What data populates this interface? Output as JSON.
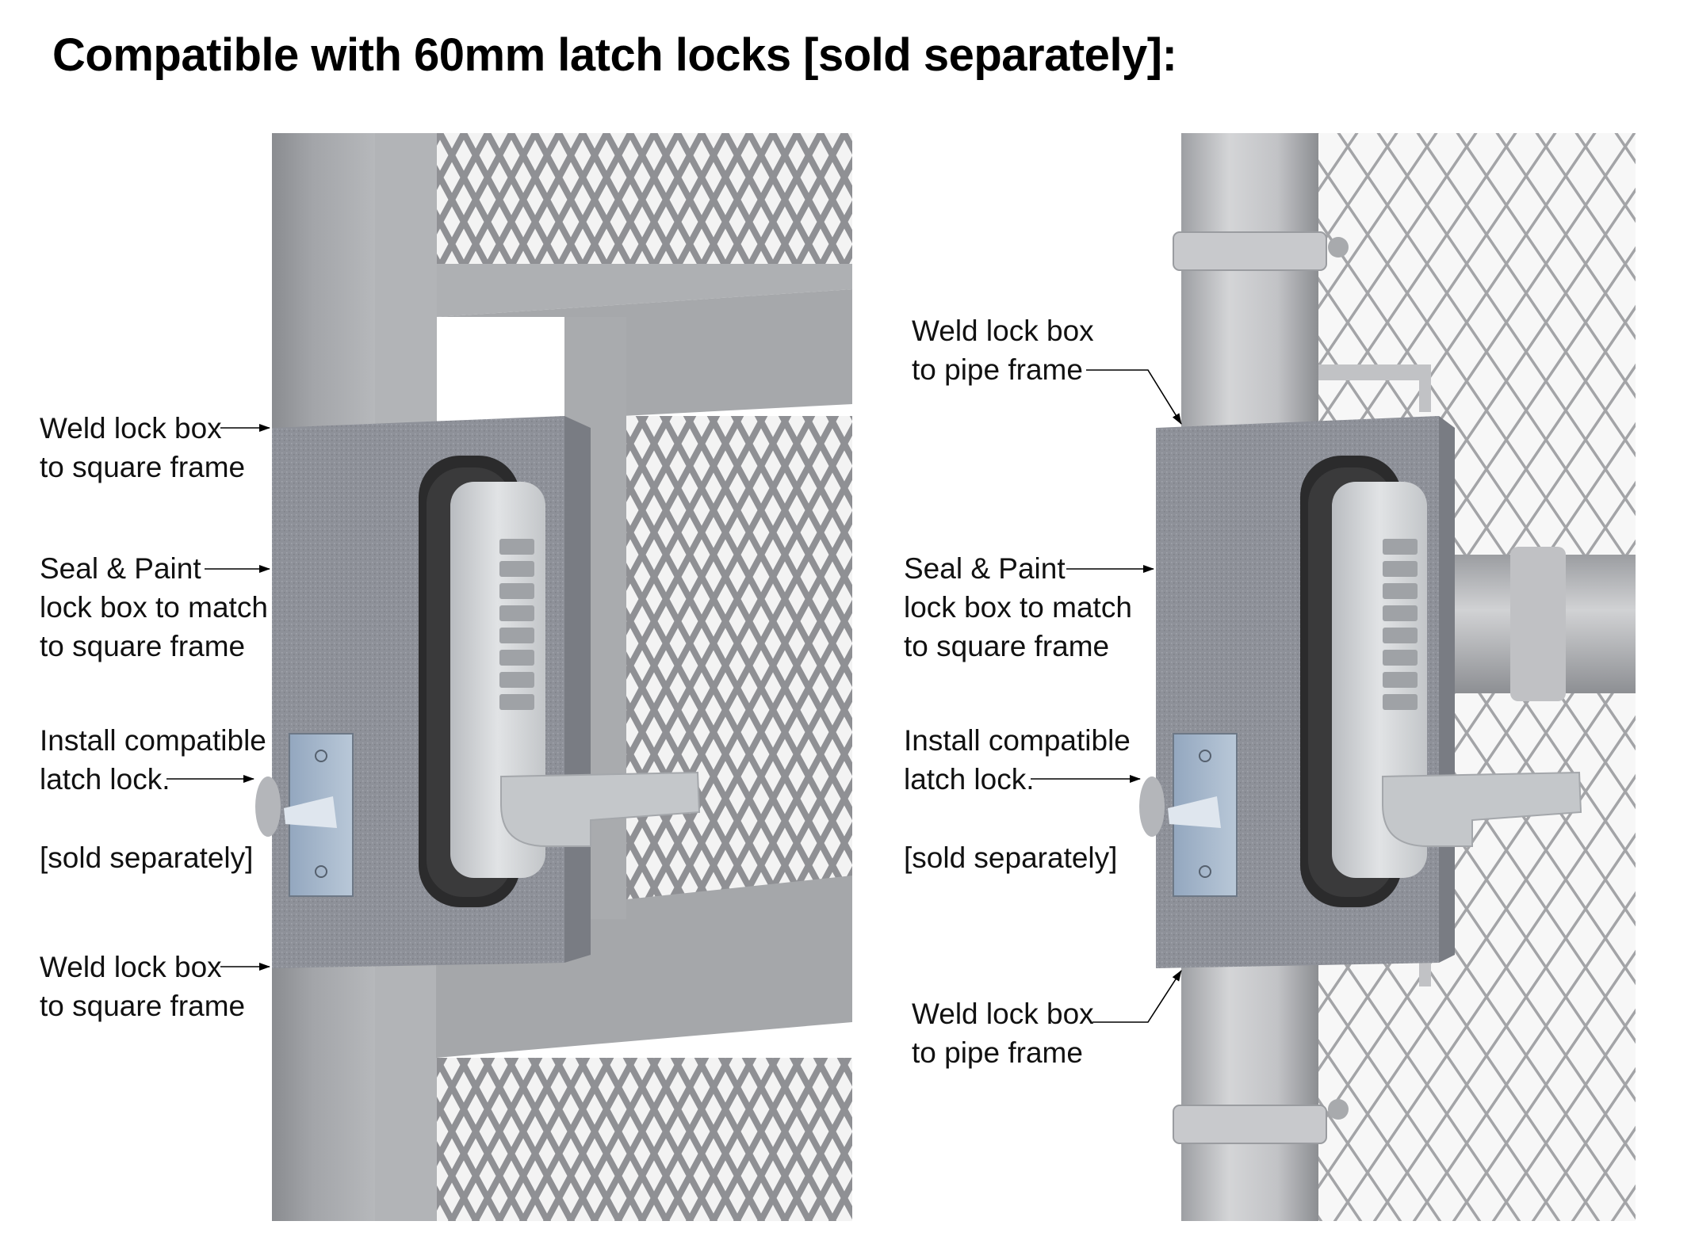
{
  "title": "Compatible with 60mm latch locks [sold separately]:",
  "left_panel": {
    "frame_type": "square frame gate with expanded metal mesh",
    "labels": {
      "weld_top": [
        "Weld lock box",
        "to square frame"
      ],
      "seal_paint": [
        "Seal & Paint",
        "lock box to match",
        "to square frame"
      ],
      "install": [
        "Install compatible",
        "latch lock."
      ],
      "sold_separately": "[sold separately]",
      "weld_bottom": [
        "Weld lock box",
        "to square frame"
      ]
    }
  },
  "right_panel": {
    "frame_type": "pipe frame gate with chain link mesh",
    "labels": {
      "weld_top": [
        "Weld lock box",
        "to pipe frame"
      ],
      "seal_paint": [
        "Seal & Paint",
        "lock box to match",
        "to square frame"
      ],
      "install": [
        "Install compatible",
        "latch lock."
      ],
      "sold_separately": "[sold separately]",
      "weld_bottom": [
        "Weld lock box",
        "to pipe frame"
      ]
    }
  },
  "colors": {
    "frame": "#a7a9ad",
    "lock_box": "#8e9199",
    "keypad_lock": "#d6d8da",
    "latch_plate": "#a9bbd0",
    "mesh": "#9a9b9e"
  }
}
